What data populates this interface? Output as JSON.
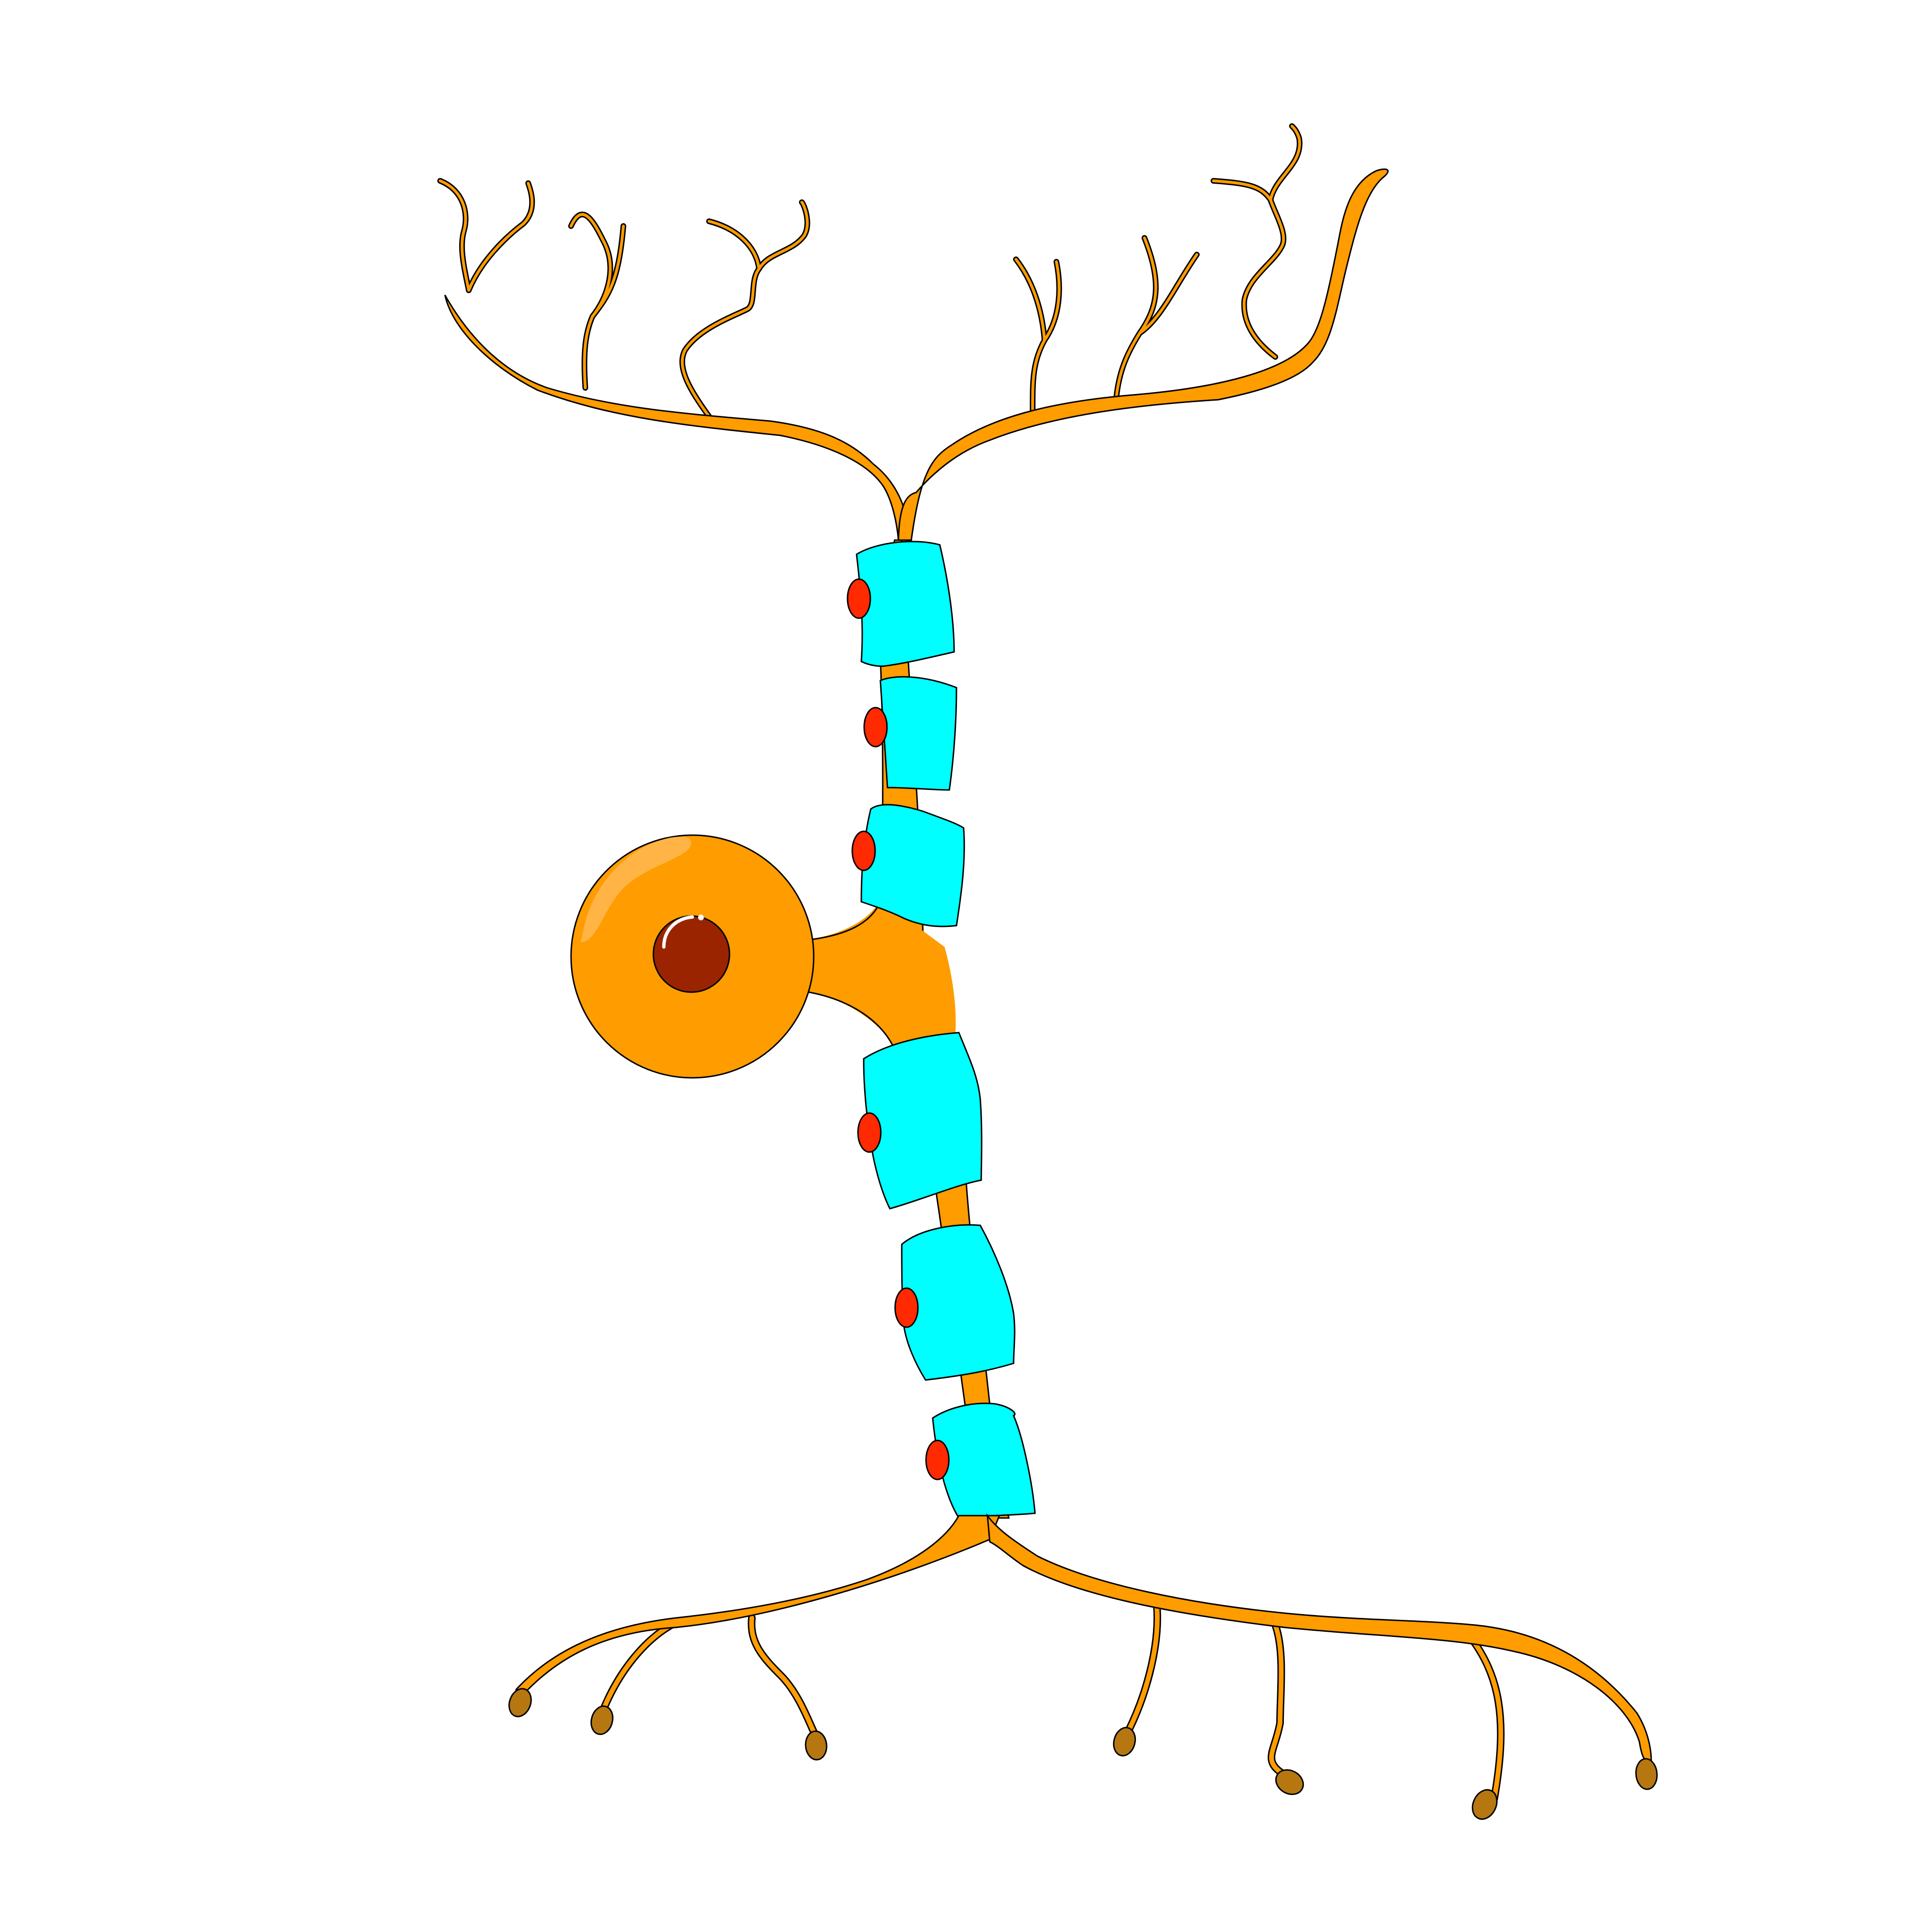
{
  "diagram": {
    "subject": "neuron",
    "colors": {
      "background": "#ffffff",
      "cell_body": "#ff9c00",
      "cell_body_highlight": "#ffb74d",
      "outline": "#000000",
      "nucleus": "#9a2400",
      "myelin_sheath": "#00ffff",
      "node_of_ranvier": "#ff2a00",
      "axon_terminal": "#b67711"
    },
    "parts": {
      "dendrites": {
        "count": 2
      },
      "myelin_sheaths": {
        "count": 6
      },
      "nodes_of_ranvier": {
        "count": 6
      },
      "axon_terminals": {
        "count": 7
      }
    }
  }
}
